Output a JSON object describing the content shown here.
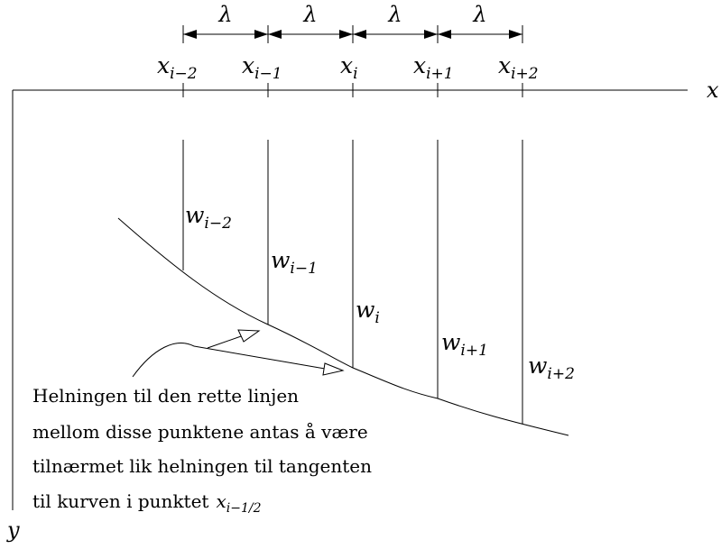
{
  "diagram": {
    "spacing_label": "λ",
    "axes": {
      "x": "x",
      "y": "y"
    },
    "stations": [
      {
        "base": "x",
        "sub": "i−2",
        "w_base": "w",
        "w_sub": "i−2"
      },
      {
        "base": "x",
        "sub": "i−1",
        "w_base": "w",
        "w_sub": "i−1"
      },
      {
        "base": "x",
        "sub": "i",
        "w_base": "w",
        "w_sub": "i"
      },
      {
        "base": "x",
        "sub": "i+1",
        "w_base": "w",
        "w_sub": "i+1"
      },
      {
        "base": "x",
        "sub": "i+2",
        "w_base": "w",
        "w_sub": "i+2"
      }
    ],
    "caption": {
      "line1": "Helningen til den rette linjen",
      "line2": "mellom disse punktene antas å være",
      "line3": "tilnærmet lik helningen til tangenten",
      "line4": "til kurven i punktet",
      "point_base": "x",
      "point_sub": "i−1/2"
    },
    "colors": {
      "ink": "#000000",
      "background": "#ffffff"
    }
  }
}
